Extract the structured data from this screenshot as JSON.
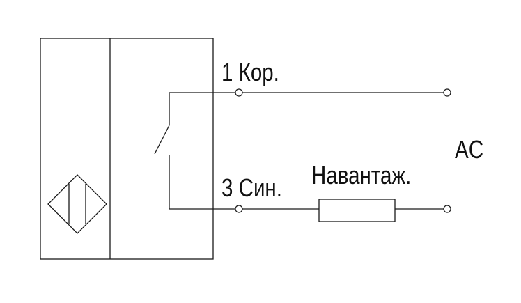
{
  "diagram": {
    "pin1_label": "1 Кор.",
    "pin3_label": "3  Син.",
    "load_label": "Навантаж.",
    "supply_label": "AC"
  },
  "colors": {
    "line": "#1a1a1a",
    "background": "#ffffff"
  }
}
